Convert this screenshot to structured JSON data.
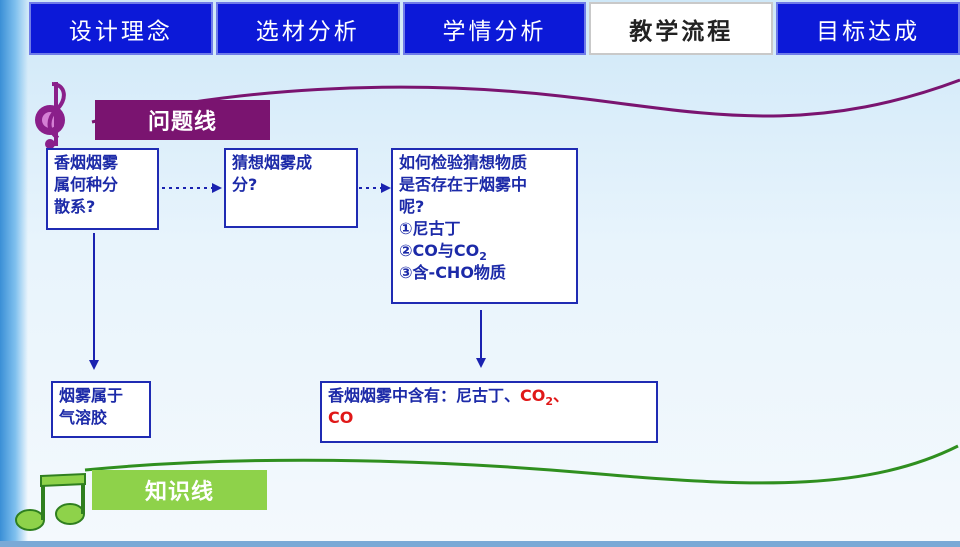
{
  "nav": {
    "tabs": [
      {
        "label": "设计理念",
        "active": false
      },
      {
        "label": "选材分析",
        "active": false
      },
      {
        "label": "学情分析",
        "active": false
      },
      {
        "label": "教学流程",
        "active": true
      },
      {
        "label": "目标达成",
        "active": false
      }
    ]
  },
  "labels": {
    "problem_line": "问题线",
    "knowledge_line": "知识线"
  },
  "boxes": {
    "q1": [
      "香烟烟雾",
      "属何种分",
      "散系?"
    ],
    "q2": [
      "猜想烟雾成",
      "分?"
    ],
    "q3": {
      "lines": [
        "如何检验猜想物质",
        "是否存在于烟雾中",
        "呢?"
      ],
      "item1": "①尼古丁",
      "item2_prefix": "②CO与CO",
      "item2_sub": "2",
      "item3": "③含-CHO物质"
    },
    "k1": [
      "烟雾属于",
      "气溶胶"
    ],
    "k2": {
      "prefix": "香烟烟雾中含有：尼古丁、",
      "red1": "CO",
      "red1_sub": "2",
      "sep": "、",
      "red2": "CO"
    }
  },
  "colors": {
    "nav_blue": "#0c19d8",
    "problem_purple": "#7a1470",
    "knowledge_green": "#8ed24a",
    "box_border": "#1f2bb3",
    "box_text": "#1c2aa8",
    "highlight_red": "#e01818",
    "arrow": "#1a22b0"
  },
  "icons": [
    "treble-clef-icon",
    "music-notes-icon"
  ]
}
